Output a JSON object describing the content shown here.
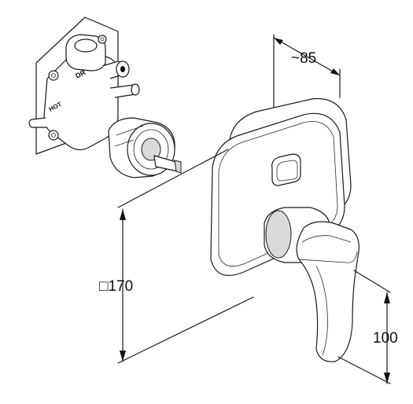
{
  "dimensions": {
    "depth_label": "~85",
    "plate_label": "□170",
    "lever_height_label": "100"
  },
  "valve_markings": {
    "top_label": "DR",
    "side_label": "HOT"
  },
  "colors": {
    "line": "#1a1a1a",
    "background": "#ffffff",
    "shade": "#d9d9d9"
  }
}
